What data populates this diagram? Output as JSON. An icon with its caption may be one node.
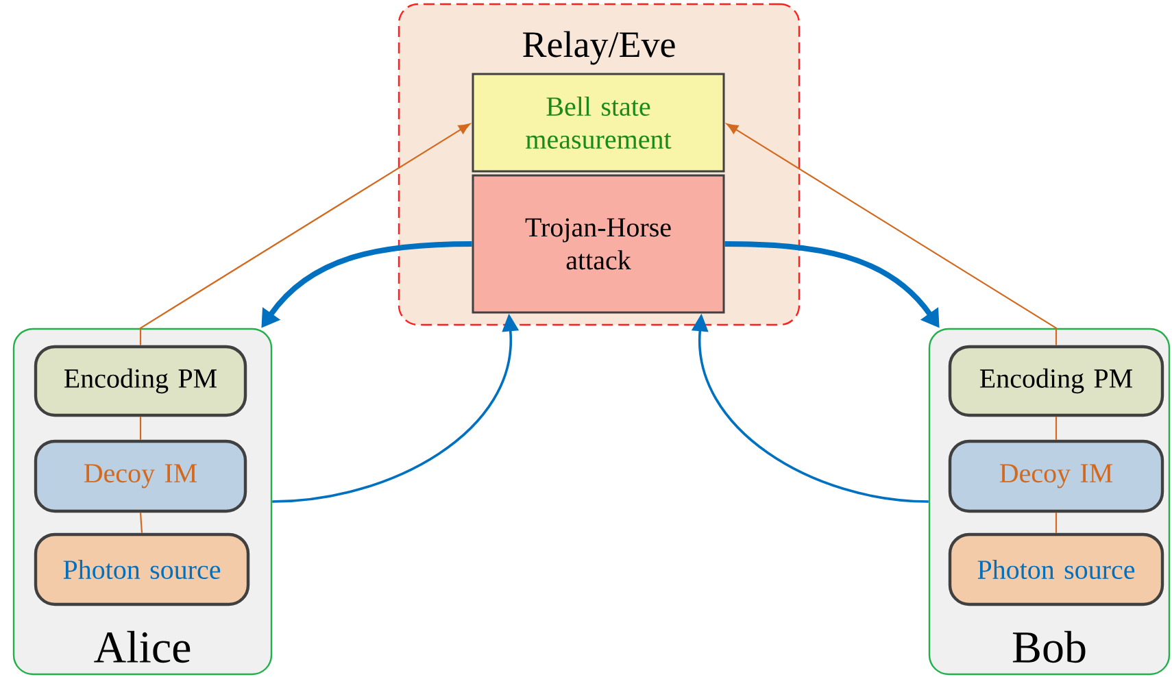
{
  "diagram": {
    "nodes": [
      {
        "text": [
          "Relay/Eve"
        ]
      },
      {
        "text": [
          "Bell state measurement"
        ],
        "in": 0
      },
      {
        "text": [
          "Trojan-Horse attack"
        ],
        "in": 0
      },
      {
        "text": [
          "Alice"
        ]
      },
      {
        "text": [
          "Encoding PM"
        ],
        "in": 3
      },
      {
        "text": [
          "Decoy IM"
        ],
        "in": 3
      },
      {
        "text": [
          "Photon source"
        ],
        "in": 3
      },
      {
        "text": [
          "Bob"
        ]
      },
      {
        "text": [
          "Encoding PM"
        ],
        "in": 7
      },
      {
        "text": [
          "Decoy IM"
        ],
        "in": 7
      },
      {
        "text": [
          "Photon source"
        ],
        "in": 7
      }
    ],
    "edges": [
      {
        "from": 6,
        "to": 5,
        "arrow": "none"
      },
      {
        "from": 5,
        "to": 4,
        "arrow": "none"
      },
      {
        "from": 4,
        "to": 1,
        "arrow": "to"
      },
      {
        "from": 10,
        "to": 9,
        "arrow": "none"
      },
      {
        "from": 9,
        "to": 8,
        "arrow": "none"
      },
      {
        "from": 8,
        "to": 1,
        "arrow": "to"
      },
      {
        "from": 2,
        "to": 3,
        "arrow": "to",
        "style": "thick",
        "color": "#0070c0"
      },
      {
        "from": 2,
        "to": 7,
        "arrow": "to",
        "style": "thick",
        "color": "#0070c0"
      },
      {
        "from": 3,
        "to": 2,
        "arrow": "to",
        "color": "#0070c0"
      },
      {
        "from": 7,
        "to": 2,
        "arrow": "to",
        "color": "#0070c0"
      }
    ]
  }
}
